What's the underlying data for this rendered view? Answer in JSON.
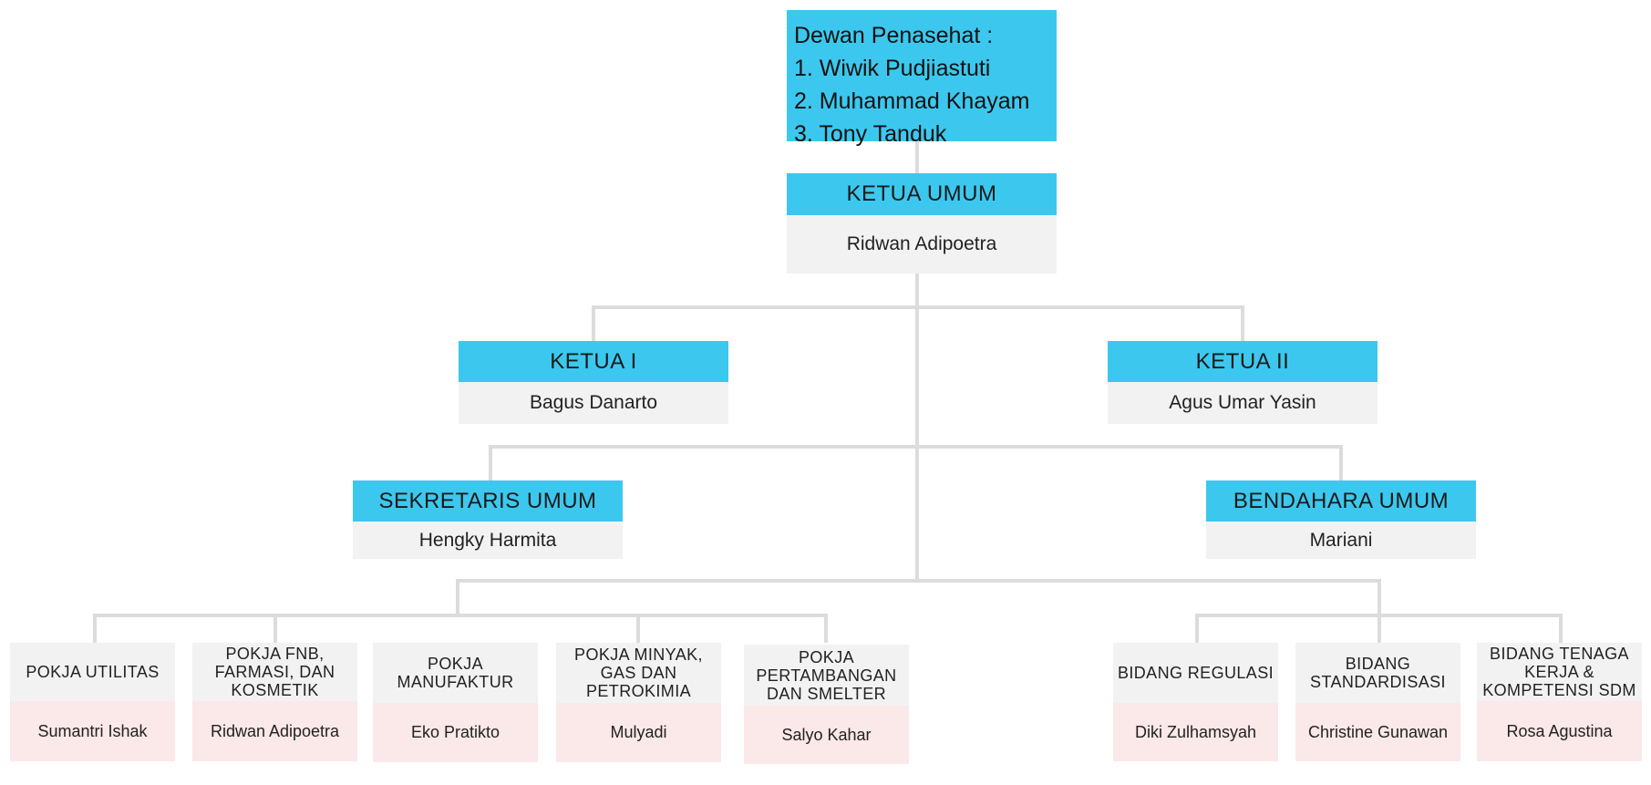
{
  "council": {
    "heading": "Dewan Penasehat :",
    "members": [
      "1.  Wiwik Pudjiastuti",
      "2.  Muhammad Khayam",
      "3. Tony Tanduk"
    ]
  },
  "chair": {
    "title": "KETUA UMUM",
    "name": "Ridwan Adipoetra"
  },
  "vice_chairs": [
    {
      "title": "KETUA I",
      "name": "Bagus Danarto"
    },
    {
      "title": "KETUA II",
      "name": "Agus Umar Yasin"
    }
  ],
  "secretary": {
    "title": "SEKRETARIS UMUM",
    "name": "Hengky Harmita"
  },
  "treasurer": {
    "title": "BENDAHARA UMUM",
    "name": "Mariani"
  },
  "working_groups": [
    {
      "title": "POKJA UTILITAS",
      "name": "Sumantri Ishak"
    },
    {
      "title": "POKJA FNB, FARMASI, DAN KOSMETIK",
      "name": "Ridwan Adipoetra"
    },
    {
      "title": "POKJA MANUFAKTUR",
      "name": "Eko Pratikto"
    },
    {
      "title": "POKJA MINYAK, GAS DAN PETROKIMIA",
      "name": "Mulyadi"
    },
    {
      "title": "POKJA PERTAMBANGAN DAN SMELTER",
      "name": "Salyo Kahar"
    }
  ],
  "divisions": [
    {
      "title": "BIDANG REGULASI",
      "name": "Diki Zulhamsyah"
    },
    {
      "title": "BIDANG STANDARDISASI",
      "name": "Christine Gunawan"
    },
    {
      "title": "BIDANG TENAGA KERJA & KOMPETENSI SDM",
      "name": "Rosa Agustina"
    }
  ],
  "colors": {
    "header_blue": "#3cc8ee",
    "name_gray": "#f2f2f2",
    "unit_pink": "#fbe8e8",
    "connector": "#dcdcdc"
  }
}
